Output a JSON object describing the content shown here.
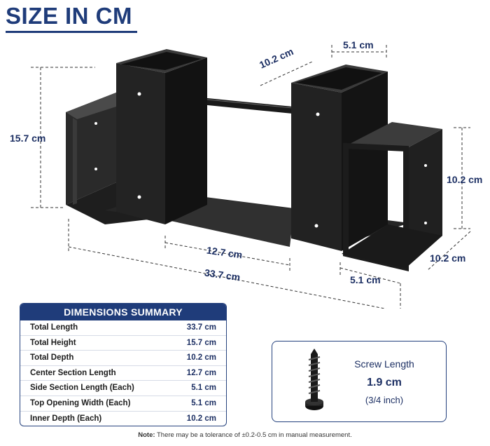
{
  "title": "SIZE IN CM",
  "dimensions": {
    "width_top": "5.1 cm",
    "depth_top": "10.2 cm",
    "height_left": "15.7 cm",
    "height_right": "10.2 cm",
    "depth_right": "10.2 cm",
    "center_length": "12.7 cm",
    "total_length": "33.7 cm",
    "side_length": "5.1 cm"
  },
  "summary": {
    "heading": "DIMENSIONS SUMMARY",
    "rows": [
      {
        "label": "Total Length",
        "value": "33.7 cm"
      },
      {
        "label": "Total Height",
        "value": "15.7 cm"
      },
      {
        "label": "Total Depth",
        "value": "10.2 cm"
      },
      {
        "label": "Center Section Length",
        "value": "12.7 cm"
      },
      {
        "label": "Side Section Length (Each)",
        "value": "5.1 cm"
      },
      {
        "label": "Top Opening Width (Each)",
        "value": "5.1 cm"
      },
      {
        "label": "Inner Depth (Each)",
        "value": "10.2 cm"
      }
    ]
  },
  "screw": {
    "title": "Screw Length",
    "value": "1.9 cm",
    "imperial": "(3/4 inch)"
  },
  "note": {
    "prefix": "Note:",
    "text": "There may be a tolerance of ±0.2-0.5 cm in manual measurement."
  }
}
